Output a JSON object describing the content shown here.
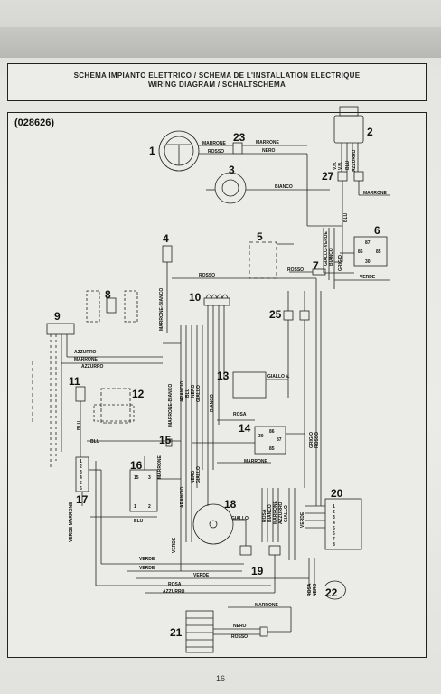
{
  "header": {
    "title_line1": "SCHEMA IMPIANTO ELETTRICO / SCHEMA DE L'INSTALLATION ELECTRIQUE",
    "title_line2": "WIRING DIAGRAM / SCHALTSCHEMA"
  },
  "diagram": {
    "code": "(028626)",
    "components": [
      "1",
      "2",
      "3",
      "4",
      "5",
      "6",
      "7",
      "8",
      "9",
      "10",
      "11",
      "12",
      "13",
      "14",
      "15",
      "16",
      "17",
      "18",
      "19",
      "20",
      "21",
      "22",
      "23",
      "25",
      "27"
    ],
    "wire_labels": {
      "marrone": "MARRONE",
      "rosso": "ROSSO",
      "nero": "NERO",
      "bianco": "BIANCO",
      "blu": "BLU",
      "azzurro": "AZZURRO",
      "verde": "VERDE",
      "grigio": "GRIGIO",
      "giallo": "GIALLO",
      "giallo_v": "GIALLO V.",
      "giallo_verde": "GIALLO-VERDE",
      "rosa": "ROSA",
      "arancio": "ARANCIO",
      "marrone_bianco": "MARRONE-BIANCO",
      "verde_marrone": "VERDE MARRONE",
      "vn": "V.N.",
      "vn_short": "V.N."
    },
    "relay_pins": [
      "87",
      "86",
      "85",
      "30"
    ],
    "pins_14": [
      "30",
      "86",
      "87",
      "85"
    ],
    "pins_16": [
      "15",
      "3",
      "1",
      "2"
    ],
    "pins_17": [
      "1",
      "2",
      "3",
      "4",
      "5",
      "6"
    ],
    "pins_20": [
      "1",
      "2",
      "3",
      "4",
      "5",
      "6",
      "7",
      "8"
    ]
  },
  "footer": {
    "page_number": "16"
  }
}
